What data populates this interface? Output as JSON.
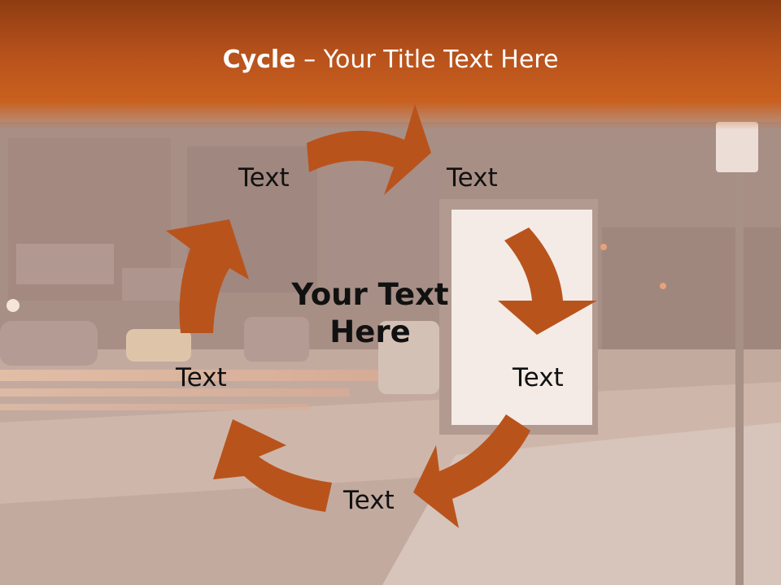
{
  "title": {
    "bold": "Cycle",
    "dash": " – ",
    "rest": "Your Title Text Here"
  },
  "center": {
    "line1": "Your Text",
    "line2": "Here"
  },
  "nodes": [
    {
      "label": "Text"
    },
    {
      "label": "Text"
    },
    {
      "label": "Text"
    },
    {
      "label": "Text"
    },
    {
      "label": "Text"
    }
  ],
  "colors": {
    "accent": "#b9531c",
    "title_band": "#c45a1f",
    "text": "#111111"
  }
}
